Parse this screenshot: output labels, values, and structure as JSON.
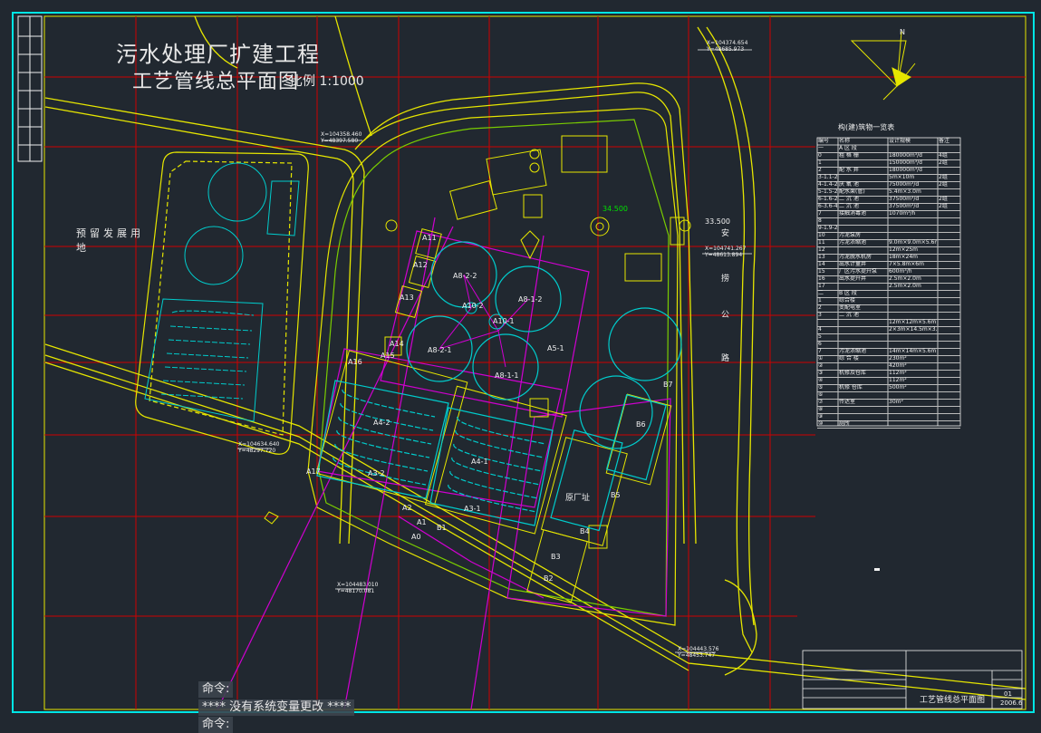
{
  "drawing": {
    "title_main": "污水处理厂扩建工程",
    "title_sub": "工艺管线总平面图",
    "scale": "比例 1:1000",
    "reserved_area": "预留发展用地",
    "road_label_chars": [
      "安",
      "捞",
      "公",
      "路"
    ],
    "factory_area": "原厂址",
    "table_title": "构(建)筑物一览表",
    "title_block_name": "工艺管线总平面图",
    "title_block_date": "2006.6",
    "title_block_sheet": "01"
  },
  "command_line": {
    "line1": "命令:",
    "line2": "**** 没有系统变量更改 ****",
    "line3": "命令:"
  },
  "coordinates": [
    "X=104374.654 Y=48685.973",
    "X=104358.460 Y=48397.580",
    "X=104741.267 Y=48613.894",
    "X=104634.640 Y=48297.720",
    "X=104483.010 Y=48170.081",
    "X=104443.576 Y=48453.747"
  ],
  "structure_labels": [
    "A11",
    "A12",
    "A13",
    "A14",
    "A15",
    "A16",
    "A17",
    "A8-2-2",
    "A8-1-2",
    "A8-2-1",
    "A8-1-1",
    "A10-2",
    "A10-1",
    "A4-2",
    "A4-1",
    "A3-2",
    "A3-1",
    "A5-1",
    "A2",
    "A1",
    "A0",
    "B1",
    "B2",
    "B3",
    "B4",
    "B5",
    "B6",
    "B7"
  ],
  "table_header": [
    "编号",
    "名称",
    "设计规模",
    "备注"
  ],
  "table_rows": [
    {
      "no": "一",
      "name": "A 区 段",
      "size": "",
      "note": ""
    },
    {
      "no": "0",
      "name": "粗 格 栅",
      "size": "180000m³/d",
      "note": "4组"
    },
    {
      "no": "1",
      "name": "",
      "size": "150000m³/d",
      "note": "2组"
    },
    {
      "no": "2",
      "name": "配 水 井",
      "size": "180000m³/d",
      "note": ""
    },
    {
      "no": "3-1.1-2",
      "name": "",
      "size": "5m×10m",
      "note": "2组"
    },
    {
      "no": "4-1.4-2",
      "name": "厌 氧 池",
      "size": "75000m³/d",
      "note": "2组"
    },
    {
      "no": "5-1.5-2",
      "name": "配水渠(管)",
      "size": "5.4m×3.0m",
      "note": ""
    },
    {
      "no": "6-1.6-2",
      "name": "二 沉 池",
      "size": "37500m³/d",
      "note": "2组"
    },
    {
      "no": "6-3.6-4",
      "name": "二 沉 池",
      "size": "37500m³/d",
      "note": "2组"
    },
    {
      "no": "7",
      "name": "接触消毒池",
      "size": "1070m³/h",
      "note": ""
    },
    {
      "no": "8",
      "name": "",
      "size": "",
      "note": ""
    },
    {
      "no": "9-1.9-2",
      "name": "",
      "size": "",
      "note": ""
    },
    {
      "no": "10",
      "name": "污泥泵房",
      "size": "",
      "note": ""
    },
    {
      "no": "11",
      "name": "污泥浓缩池",
      "size": "9.0m×9.0m×5.6m",
      "note": ""
    },
    {
      "no": "12",
      "name": "",
      "size": "12m×25m",
      "note": ""
    },
    {
      "no": "13",
      "name": "污泥脱水机房",
      "size": "18m×24m",
      "note": ""
    },
    {
      "no": "14",
      "name": "出水计量井",
      "size": "7×5.8m×6m",
      "note": ""
    },
    {
      "no": "15",
      "name": "厂区污水提升泵",
      "size": "600m³/h",
      "note": ""
    },
    {
      "no": "16",
      "name": "出水提升井",
      "size": "2.5m×2.0m",
      "note": ""
    },
    {
      "no": "17",
      "name": "",
      "size": "2.5m×2.0m",
      "note": ""
    },
    {
      "no": "二",
      "name": "B 区 段",
      "size": "",
      "note": ""
    },
    {
      "no": "1",
      "name": "综合楼",
      "size": "",
      "note": ""
    },
    {
      "no": "2",
      "name": "变配电室",
      "size": "",
      "note": ""
    },
    {
      "no": "3",
      "name": "二 沉 池",
      "size": "",
      "note": ""
    },
    {
      "no": "",
      "name": "",
      "size": "12m×12m×5.6m",
      "note": ""
    },
    {
      "no": "4",
      "name": "",
      "size": "2×3m×14.5m×3.5m",
      "note": ""
    },
    {
      "no": "5",
      "name": "",
      "size": "",
      "note": ""
    },
    {
      "no": "6",
      "name": "",
      "size": "",
      "note": ""
    },
    {
      "no": "7",
      "name": "污泥浓缩池",
      "size": "14m×14m×5.6m",
      "note": ""
    },
    {
      "no": "①",
      "name": "综 合 楼",
      "size": "230m²",
      "note": ""
    },
    {
      "no": "②",
      "name": "",
      "size": "420m²",
      "note": ""
    },
    {
      "no": "③",
      "name": "机修及仓库",
      "size": "112m²",
      "note": ""
    },
    {
      "no": "④",
      "name": "",
      "size": "112m²",
      "note": ""
    },
    {
      "no": "⑤",
      "name": "机修 仓库",
      "size": "500m²",
      "note": ""
    },
    {
      "no": "⑥",
      "name": "",
      "size": "",
      "note": ""
    },
    {
      "no": "⑦",
      "name": "传达室",
      "size": "30m²",
      "note": ""
    },
    {
      "no": "⑧",
      "name": "",
      "size": "",
      "note": ""
    },
    {
      "no": "⑨",
      "name": "",
      "size": "",
      "note": ""
    },
    {
      "no": "⑩",
      "name": "厕所",
      "size": "",
      "note": ""
    }
  ],
  "elevations": [
    "34.500",
    "33.500"
  ],
  "colors": {
    "background": "#212830",
    "yellow": "#e6e600",
    "red": "#e00000",
    "cyan": "#00cccc",
    "magenta": "#d000d0",
    "white": "#f0f0f0"
  }
}
